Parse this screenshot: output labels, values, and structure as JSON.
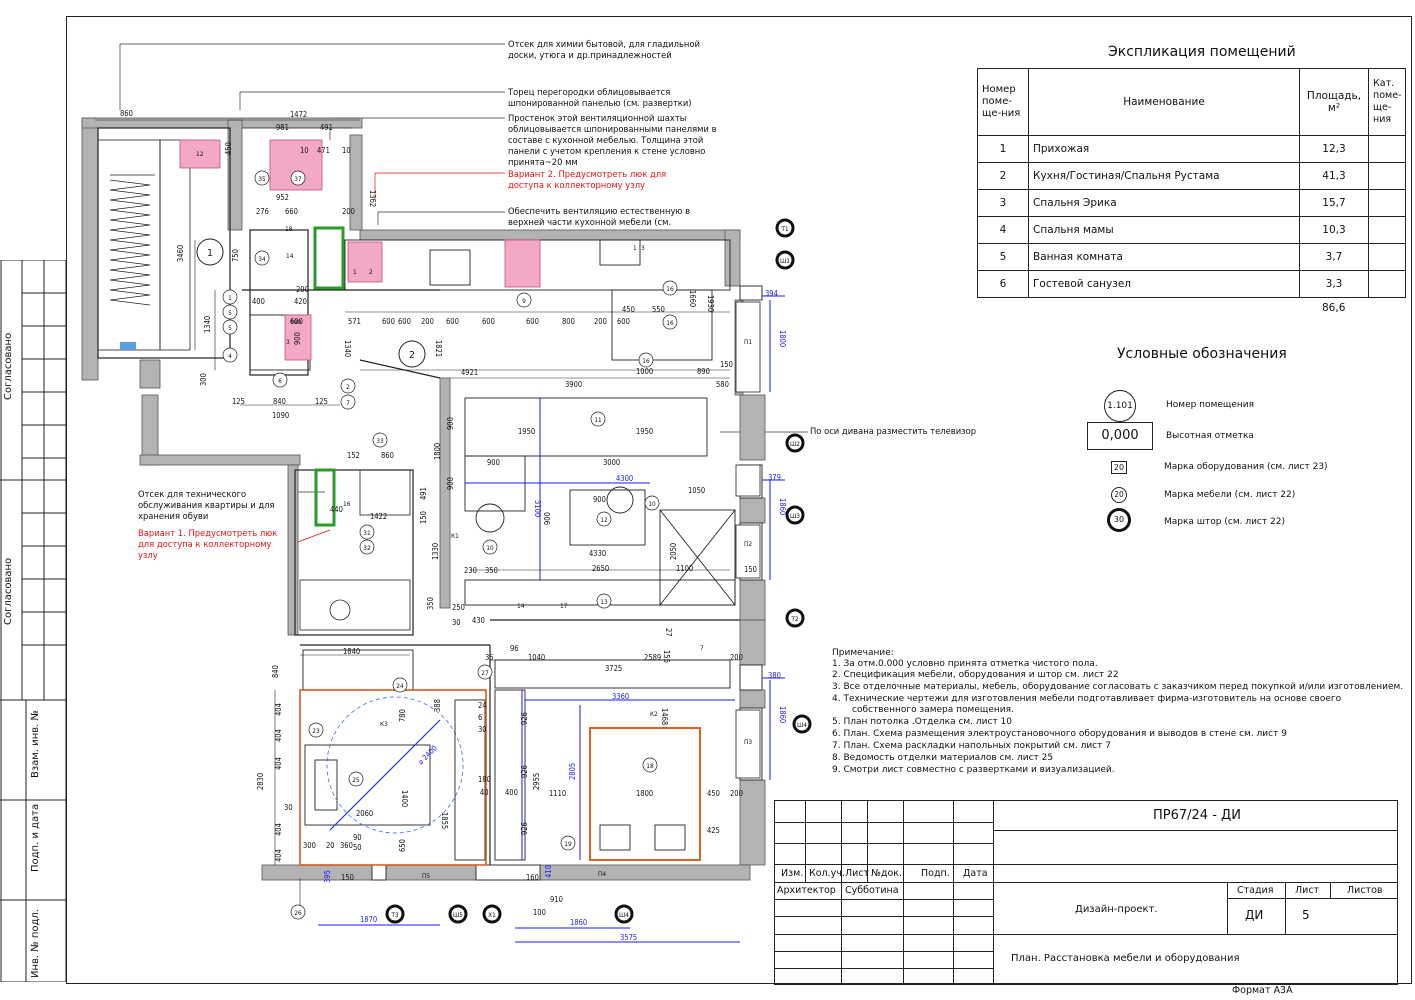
{
  "explication": {
    "title": "Экспликация помещений",
    "headers": {
      "num": "Номер поме-ще-ния",
      "name": "Наименование",
      "area": "Площадь, м²",
      "cat": "Кат. поме-ще-ния"
    },
    "rows": [
      {
        "num": "1",
        "name": "Прихожая",
        "area": "12,3"
      },
      {
        "num": "2",
        "name": "Кухня/Гостиная/Спальня Рустама",
        "area": "41,3"
      },
      {
        "num": "3",
        "name": "Спальня Эрика",
        "area": "15,7"
      },
      {
        "num": "4",
        "name": "Спальня мамы",
        "area": "10,3"
      },
      {
        "num": "5",
        "name": "Ванная комната",
        "area": "3,7"
      },
      {
        "num": "6",
        "name": "Гостевой санузел",
        "area": "3,3"
      }
    ],
    "total": "86,6"
  },
  "legend": {
    "title": "Условные обозначения",
    "items": [
      {
        "symbol": "1.101",
        "label": "Номер помещения"
      },
      {
        "symbol": "0,000",
        "label": "Высотная отметка"
      },
      {
        "symbol": "20",
        "label": "Марка оборудования  (см. лист 23)"
      },
      {
        "symbol": "20",
        "label": "Марка мебели  (см. лист 22)"
      },
      {
        "symbol": "30",
        "label": "Марка штор (см. лист 22)"
      }
    ]
  },
  "notes": {
    "title": "Примечание:",
    "items": [
      "1.    За отм.0.000 условно принята отметка чистого пола.",
      "2.    Спецификация мебели, оборудования и штор  см. лист 22",
      "3.    Все отделочные материалы, мебель, оборудование согласовать с заказчиком перед покупкой и/или изготовлением.",
      "4.    Технические чертежи для изготовления мебели подготавливает фирма-изготовитель на основе своего",
      "       собственного замера помещения.",
      "5.    План потолка .Отделка  см. лист 10",
      "6.    План. Схема размещения электроустановочного оборудования и выводов в стене  см. лист 9",
      "7.    План. Схема раскладки напольных покрытий  см. лист 7",
      "8.    Ведомость отделки материалов  см. лист 25",
      "9.    Смотри лист совместно с развертками и визуализацией."
    ]
  },
  "callouts": [
    {
      "text": "Отсек для химии бытовой, для гладильной доски, утюга и др.принадлежностей",
      "red": false
    },
    {
      "text": "Торец перегородки облицовывается шпонированной панелью (см. развертки)",
      "red": false
    },
    {
      "text": "Простенок этой вентиляционной шахты облицовывается шпонированными панелями в составе с кухонной мебелью. Толщина этой панели с учетом крепления к стене условно принята~20 мм",
      "red": false
    },
    {
      "text": "Вариант 2. Предусмотреть люк для доступа к коллекторному узлу",
      "red": true
    },
    {
      "text": "Обеспечить вентиляцию естественную в верхней части кухонной мебели (см. развертки)",
      "red": false
    },
    {
      "text": "По оси дивана разместить телевизор",
      "red": false
    },
    {
      "text": "Отсек для технического обслуживания квартиры и для хранения обуви",
      "red": false
    },
    {
      "text": "Вариант 1. Предусмотреть люк для доступа к коллекторному узлу",
      "red": true
    }
  ],
  "side_stamps": [
    "Согласовано",
    "Согласовано",
    "Взам. инв. №",
    "Подп. и дата",
    "Инв. № подл."
  ],
  "title_block": {
    "code": "ПР67/24 - ДИ",
    "cols": [
      "Изм.",
      "Кол.уч.",
      "Лист",
      "№док.",
      "Подп.",
      "Дата"
    ],
    "role": "Архитектор",
    "person": "Субботина",
    "project": "Дизайн-проект.",
    "sheet_title": "План. Расстановка мебели и оборудования",
    "stage_label": "Стадия",
    "sheet_label": "Лист",
    "sheets_label": "Листов",
    "stage": "ДИ",
    "sheet": "5",
    "format": "Формат А3А"
  },
  "plan": {
    "rooms": [
      "1",
      "2",
      "3",
      "4",
      "5",
      "6"
    ],
    "curtains": [
      "Т1",
      "Ш1",
      "Ш2",
      "Ш3",
      "Т2",
      "Ш4",
      "Т3",
      "Ш5",
      "Х1",
      "Ш4"
    ],
    "dims_top": [
      "860",
      "1472",
      "981",
      "491",
      "450",
      "10",
      "471",
      "10",
      "952",
      "276",
      "660",
      "200",
      "1362"
    ],
    "dims_kitchen": [
      "571",
      "600",
      "600",
      "200",
      "600",
      "600",
      "800",
      "200",
      "600",
      "4921",
      "3900",
      "1821"
    ],
    "dims_living": [
      "1950",
      "1950",
      "3000",
      "900",
      "4300",
      "900",
      "4330",
      "2650",
      "1100",
      "3100",
      "900",
      "1050",
      "2050",
      "230",
      "350",
      "1330",
      "900"
    ],
    "dims_bed": [
      "1840",
      "3725",
      "1040",
      "2589",
      "3360",
      "1468",
      "2805",
      "1800",
      "1110",
      "2955",
      "926",
      "926",
      "926",
      "450",
      "425",
      "2060",
      "1855",
      "1400",
      "2830"
    ],
    "dims_bottom": [
      "1870",
      "1860",
      "3575",
      "910",
      "100",
      "395",
      "150",
      "410"
    ],
    "dims_right": [
      "394",
      "1800",
      "379",
      "1860",
      "380",
      "1860",
      "150",
      "150",
      "580",
      "890",
      "1930",
      "1660"
    ],
    "dims_misc": [
      "3460",
      "750",
      "1340",
      "840",
      "1090",
      "125",
      "125",
      "300",
      "600",
      "900",
      "420",
      "1340",
      "152",
      "860",
      "1422",
      "440",
      "491",
      "150",
      "1800",
      "430",
      "250",
      "96",
      "35",
      "388",
      "780",
      "2400"
    ]
  }
}
